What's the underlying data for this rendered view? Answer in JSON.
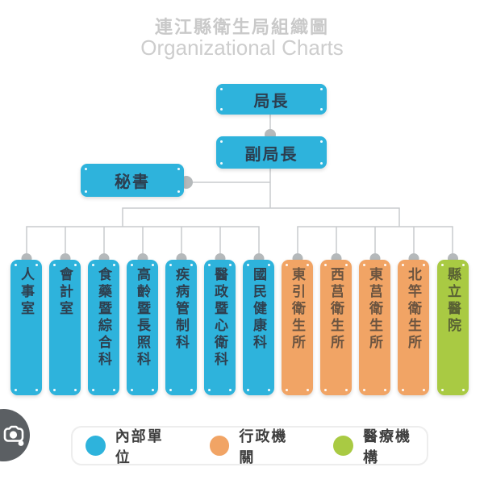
{
  "title": {
    "zh": "連江縣衛生局組織圖",
    "en": "Organizational Charts"
  },
  "org": {
    "director": {
      "label": "局長"
    },
    "deputy": {
      "label": "副局長"
    },
    "secretary": {
      "label": "秘書"
    },
    "departments": [
      {
        "label": "人事室",
        "type": "internal"
      },
      {
        "label": "會計室",
        "type": "internal"
      },
      {
        "label": "食藥暨綜合科",
        "type": "internal"
      },
      {
        "label": "高齡暨長照科",
        "type": "internal"
      },
      {
        "label": "疾病管制科",
        "type": "internal"
      },
      {
        "label": "醫政暨心衛科",
        "type": "internal"
      },
      {
        "label": "國民健康科",
        "type": "internal"
      },
      {
        "label": "東引衛生所",
        "type": "agency"
      },
      {
        "label": "西莒衛生所",
        "type": "agency"
      },
      {
        "label": "東莒衛生所",
        "type": "agency"
      },
      {
        "label": "北竿衛生所",
        "type": "agency"
      },
      {
        "label": "縣立醫院",
        "type": "medical"
      }
    ]
  },
  "legend": {
    "items": [
      {
        "label": "內部單位",
        "color": "#2eb3dc"
      },
      {
        "label": "行政機關",
        "color": "#f1a465"
      },
      {
        "label": "醫療機構",
        "color": "#a9ca43"
      }
    ]
  },
  "icons": {
    "lens": "google-lens-icon"
  },
  "palette": {
    "internal": "#2eb3dc",
    "agency": "#f1a465",
    "medical": "#a9ca43",
    "connector_line": "#c9cbcd",
    "connector_node": "#b5b9bb",
    "title_text": "#cacaca"
  }
}
